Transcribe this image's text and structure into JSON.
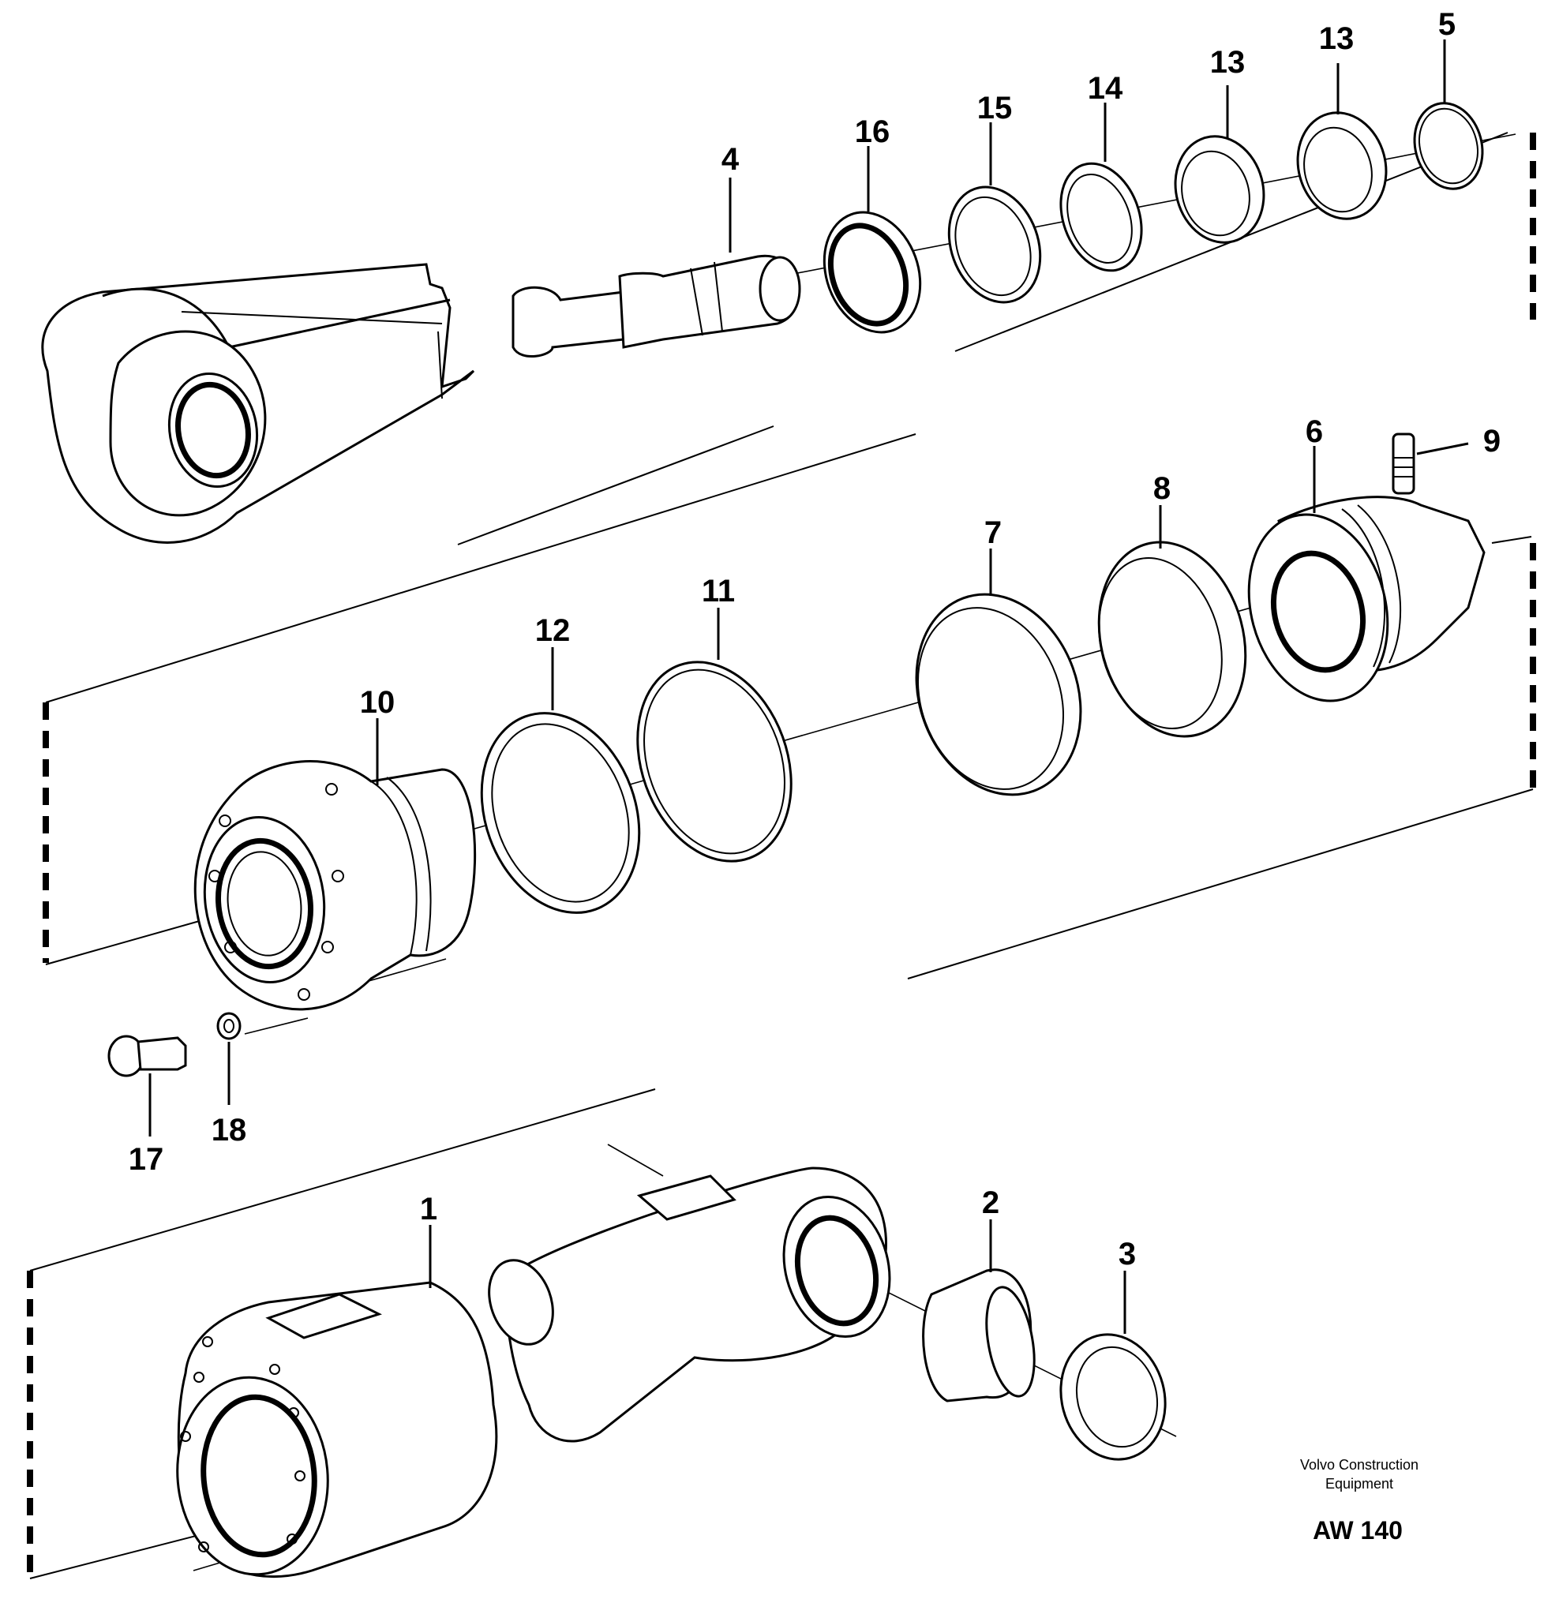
{
  "callouts": {
    "c1": "1",
    "c2": "2",
    "c3": "3",
    "c4": "4",
    "c5": "5",
    "c6": "6",
    "c7": "7",
    "c8": "8",
    "c9": "9",
    "c10": "10",
    "c11": "11",
    "c12": "12",
    "c13a": "13",
    "c13b": "13",
    "c14": "14",
    "c15": "15",
    "c16": "16",
    "c17": "17",
    "c18": "18"
  },
  "footer": {
    "publisher_line1": "Volvo Construction",
    "publisher_line2": "Equipment",
    "code": "AW 140"
  }
}
